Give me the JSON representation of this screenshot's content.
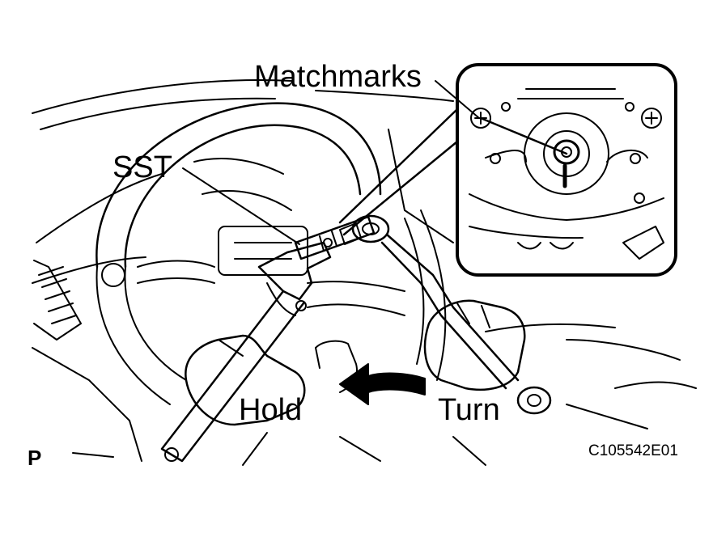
{
  "labels": {
    "matchmarks": "Matchmarks",
    "sst": "SST",
    "hold": "Hold",
    "turn": "Turn",
    "view_marker": "P",
    "figure_code": "C105542E01"
  },
  "icons": {
    "steering_wheel": "steering-wheel",
    "adjustable_wrench": "adjustable-wrench",
    "box_end_wrench": "box-end-wrench",
    "hands": "gloved-hands",
    "rotation_arrow": "counterclockwise-arrow",
    "detail_inset": "steering-column-nut-detail"
  },
  "colors": {
    "line": "#000000",
    "background": "#ffffff"
  }
}
